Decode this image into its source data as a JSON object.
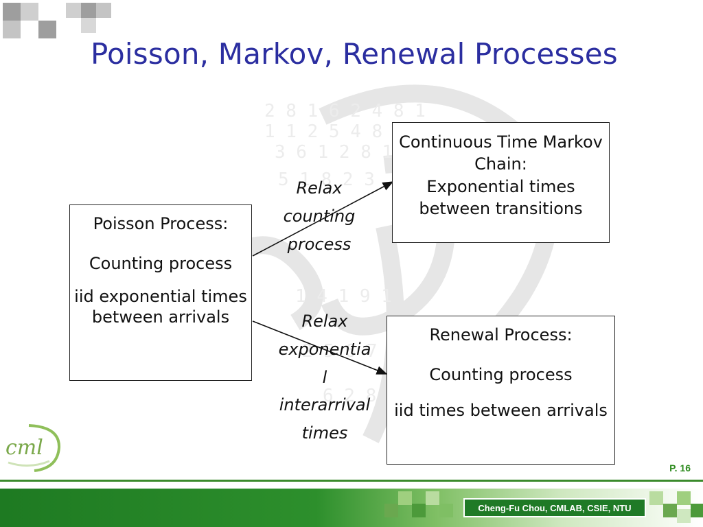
{
  "slide": {
    "title": "Poisson, Markov, Renewal Processes",
    "page_number": "P. 16",
    "footer_credit": "Cheng-Fu Chou, CMLAB, CSIE, NTU"
  },
  "diagram": {
    "poisson_box": {
      "line1": "Poisson Process:",
      "line2": "Counting process",
      "line3": "iid exponential times between arrivals"
    },
    "ctmc_box": {
      "line1": "Continuous Time Markov Chain:",
      "line2": "Exponential times between transitions"
    },
    "renewal_box": {
      "line1": "Renewal Process:",
      "line2": "Counting process",
      "line3": "iid times between arrivals"
    },
    "edge_top_label": {
      "line1": "Relax",
      "line2": "counting",
      "line3": "process"
    },
    "edge_bottom_label": {
      "line1": "Relax",
      "line2": "exponentia",
      "line3": "l",
      "line4": "interarrival",
      "line5": "times"
    }
  },
  "colors": {
    "title": "#2b2ea0",
    "accent_green": "#2e8b1f",
    "footer_green": "#1f7a26"
  },
  "logo": {
    "lettering": "cml"
  }
}
